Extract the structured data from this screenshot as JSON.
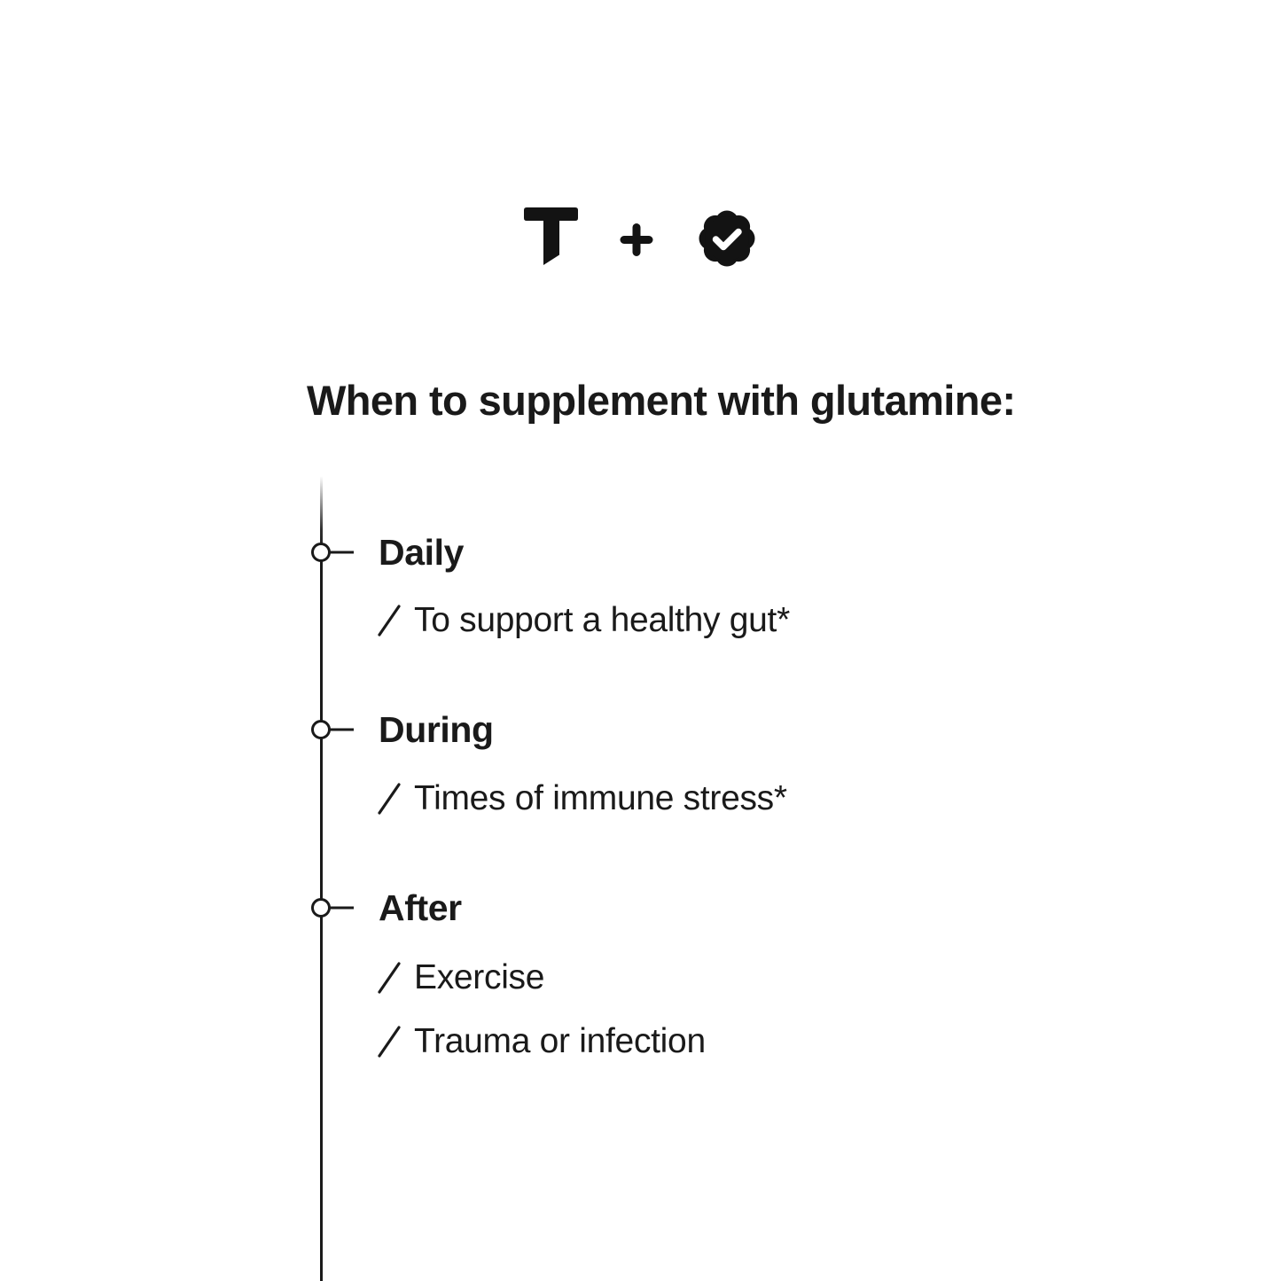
{
  "page": {
    "background_color": "#ffffff",
    "text_color": "#1a1a1a"
  },
  "header": {
    "brand_icon": "thorne-t-logo",
    "plus": "+",
    "badge_icon": "verified-check-seal"
  },
  "headline": "When to supplement with glutamine:",
  "timeline": {
    "bullet_icon": "slash-bullet",
    "sections": [
      {
        "label": "Daily",
        "items": [
          "To support a healthy gut*"
        ]
      },
      {
        "label": "During",
        "items": [
          "Times of immune stress*"
        ]
      },
      {
        "label": "After",
        "items": [
          "Exercise",
          "Trauma or infection"
        ]
      }
    ]
  }
}
